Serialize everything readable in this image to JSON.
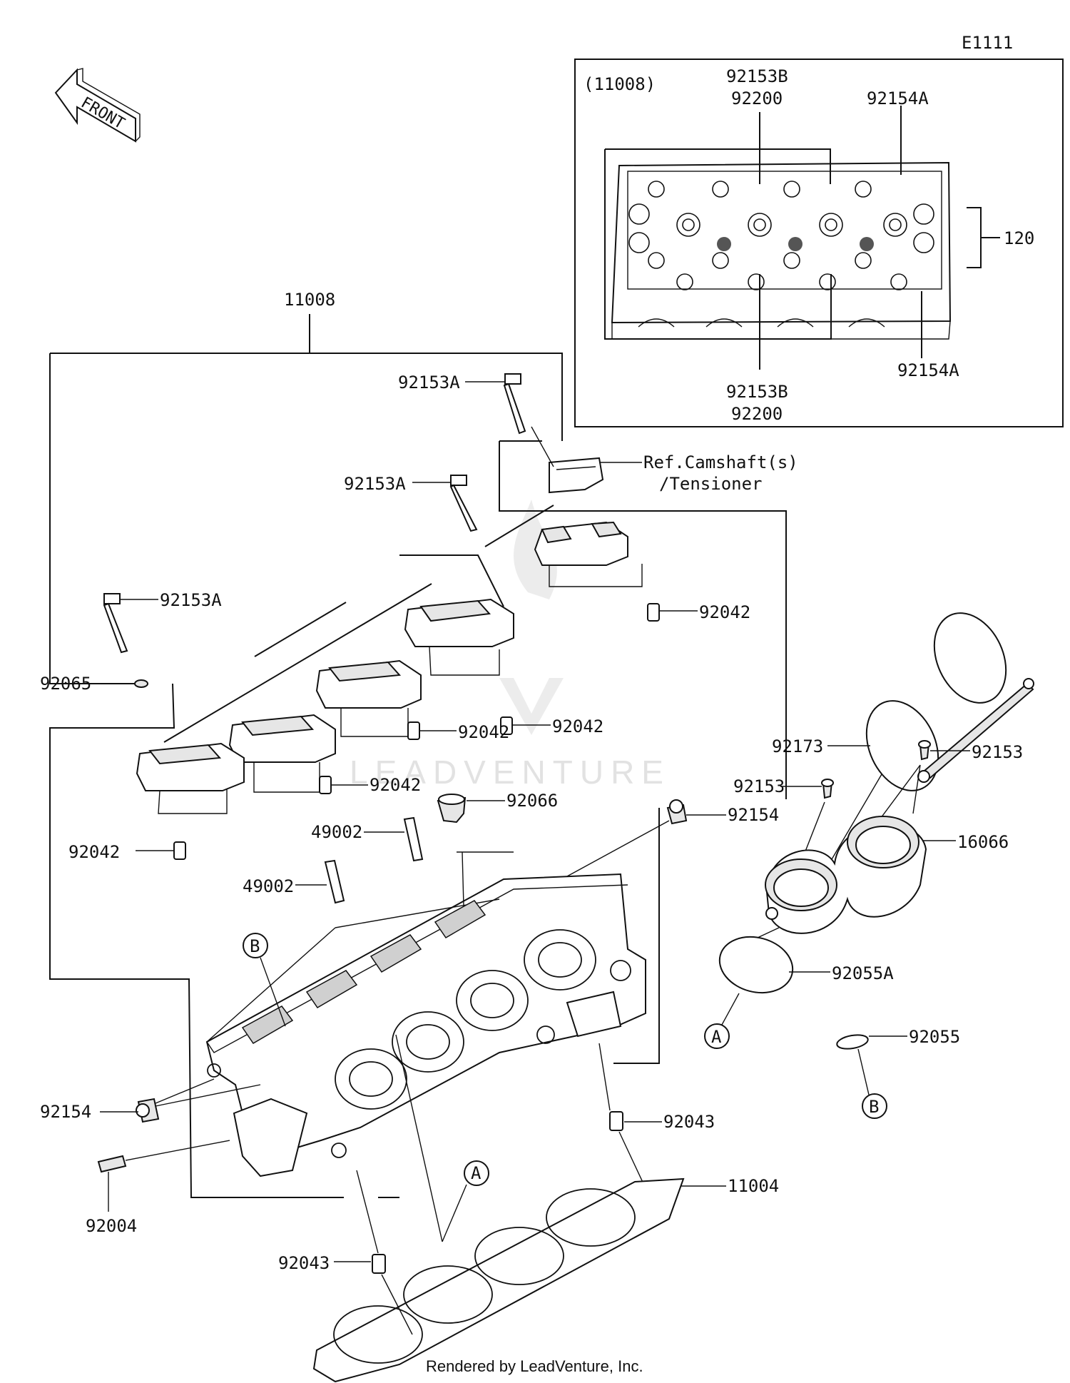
{
  "diagram_id": "E1111",
  "inset_ref": "(11008)",
  "front_label": "FRONT",
  "watermark": "LEADVENTURE",
  "footer": "Rendered by LeadVenture, Inc.",
  "labels": {
    "inset_92153B_top": "92153B",
    "inset_92200_top": "92200",
    "inset_92154A_top": "92154A",
    "inset_120": "120",
    "inset_92154A_bottom": "92154A",
    "inset_92153B_bottom": "92153B",
    "inset_92200_bottom": "92200",
    "p11008": "11008",
    "p92153A_1": "92153A",
    "p92153A_2": "92153A",
    "p92153A_3": "92153A",
    "ref_camshaft": "Ref.Camshaft(s)",
    "ref_tensioner": "/Tensioner",
    "p92042_1": "92042",
    "p92042_2": "92042",
    "p92042_3": "92042",
    "p92042_4": "92042",
    "p92042_5": "92042",
    "p92065": "92065",
    "p92173": "92173",
    "p92153_1": "92153",
    "p92153_2": "92153",
    "p92066": "92066",
    "p49002_1": "49002",
    "p49002_2": "49002",
    "p92154_1": "92154",
    "p16066": "16066",
    "p92055A": "92055A",
    "p92055": "92055",
    "callout_B1": "B",
    "callout_A1": "A",
    "callout_A2": "A",
    "callout_B2": "B",
    "p92154_2": "92154",
    "p92043_1": "92043",
    "p92004": "92004",
    "p11004": "11004",
    "p92043_2": "92043"
  }
}
